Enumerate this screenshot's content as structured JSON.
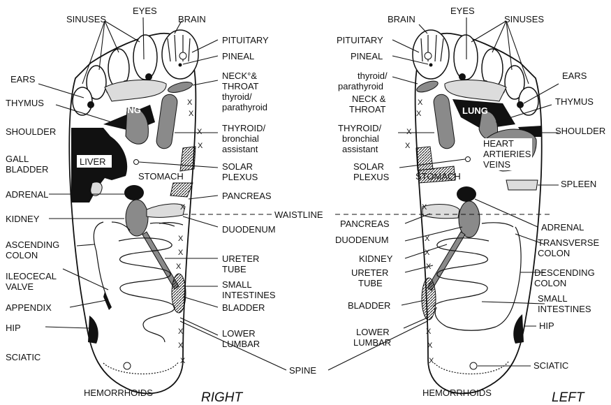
{
  "titles": {
    "right": "RIGHT",
    "left": "LEFT"
  },
  "right_labels": {
    "sinuses": "SINUSES",
    "eyes": "EYES",
    "brain": "BRAIN",
    "pituitary": "PITUITARY",
    "pineal": "PINEAL",
    "neck_throat_1": "NECK°&",
    "neck_throat_2": "THROAT",
    "thyroid_para_1": "thyroid/",
    "thyroid_para_2": "parathyroid",
    "ears": "EARS",
    "thymus": "THYMUS",
    "lung": "LUNG",
    "shoulder": "SHOULDER",
    "thyroid_bronch_1": "THYROID/",
    "thyroid_bronch_2": "bronchial",
    "thyroid_bronch_3": "assistant",
    "gall_1": "GALL",
    "gall_2": "BLADDER",
    "liver": "LIVER",
    "solar_1": "SOLAR",
    "solar_2": "PLEXUS",
    "stomach": "STOMACH",
    "adrenal": "ADRENAL",
    "pancreas": "PANCREAS",
    "kidney": "KIDNEY",
    "duodenum": "DUODENUM",
    "ascending_1": "ASCENDING",
    "ascending_2": "COLON",
    "ureter_1": "URETER",
    "ureter_2": "TUBE",
    "ileocecal_1": "ILEOCECAL",
    "ileocecal_2": "VALVE",
    "small_int_1": "SMALL",
    "small_int_2": "INTESTINES",
    "appendix": "APPENDIX",
    "bladder": "BLADDER",
    "hip": "HIP",
    "lower_lumbar_1": "LOWER",
    "lower_lumbar_2": "LUMBAR",
    "sciatic": "SCIATIC",
    "hemorrhoids": "HEMORRHOIDS"
  },
  "center_labels": {
    "waistline": "WAISTLINE",
    "spine": "SPINE"
  },
  "left_labels": {
    "brain": "BRAIN",
    "eyes": "EYES",
    "sinuses": "SINUSES",
    "pituitary": "PITUITARY",
    "pineal": "PINEAL",
    "thyroid_para_1": "thyroid/",
    "thyroid_para_2": "parathyroid",
    "neck_throat_1": "NECK &",
    "neck_throat_2": "THROAT",
    "ears": "EARS",
    "thymus": "THYMUS",
    "lung": "LUNG",
    "shoulder": "SHOULDER",
    "thyroid_bronch_1": "THYROID/",
    "thyroid_bronch_2": "bronchial",
    "thyroid_bronch_3": "assistant",
    "heart_1": "HEART",
    "heart_2": "ARTIERIES",
    "heart_3": "VEINS",
    "solar_1": "SOLAR",
    "solar_2": "PLEXUS",
    "stomach": "STOMACH",
    "spleen": "SPLEEN",
    "pancreas": "PANCREAS",
    "adrenal": "ADRENAL",
    "duodenum": "DUODENUM",
    "transverse_1": "TRANSVERSE",
    "transverse_2": "COLON",
    "kidney": "KIDNEY",
    "ureter_1": "URETER",
    "ureter_2": "TUBE",
    "descending_1": "DESCENDING",
    "descending_2": "COLON",
    "small_int_1": "SMALL",
    "small_int_2": "INTESTINES",
    "bladder": "BLADDER",
    "lower_lumbar_1": "LOWER",
    "lower_lumbar_2": "LUMBAR",
    "hip": "HIP",
    "sciatic": "SCIATIC",
    "hemorrhoids": "HEMORRHOIDS"
  }
}
